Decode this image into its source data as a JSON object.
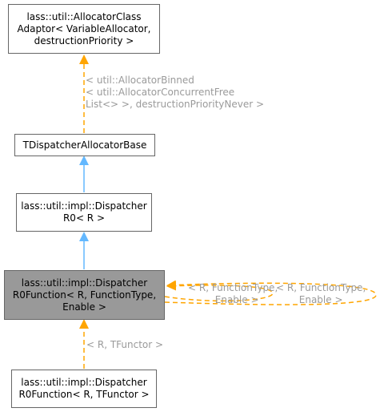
{
  "nodes": {
    "allocator_class_adaptor": {
      "lines": [
        "lass::util::AllocatorClass",
        "Adaptor< VariableAllocator,",
        "destructionPriority >"
      ]
    },
    "dispatcher_allocator_base": {
      "lines": [
        "TDispatcherAllocatorBase"
      ]
    },
    "dispatcher_r0": {
      "lines": [
        "lass::util::impl::Dispatcher",
        "R0< R >"
      ]
    },
    "dispatcher_r0_function": {
      "lines": [
        "lass::util::impl::Dispatcher",
        "R0Function< R, FunctionType,",
        "Enable >"
      ]
    },
    "dispatcher_r0_function_tfunctor": {
      "lines": [
        "lass::util::impl::Dispatcher",
        "R0Function< R, TFunctor >"
      ]
    }
  },
  "edge_labels": {
    "adaptor_template_args": [
      "< util::AllocatorBinned",
      "< util::AllocatorConcurrentFree",
      "List<> >, destructionPriorityNever >"
    ],
    "self_args_overlap": [
      "< R, FunctionType,",
      "Enable >"
    ],
    "self_args": [
      "< R, FunctionType,",
      "Enable >"
    ],
    "tfunctor_args": [
      "< R, TFunctor >"
    ]
  },
  "colors": {
    "inheritance_edge": "#63b8ff",
    "template_edge": "#ffa500",
    "label_text": "#9a9a9a",
    "node_border": "#666666",
    "focus_fill": "#999999"
  }
}
